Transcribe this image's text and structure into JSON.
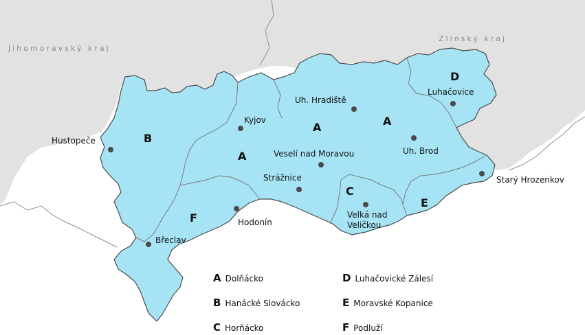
{
  "map": {
    "colors": {
      "background": "#ffffff",
      "outside_region": "#e2e2e2",
      "region_fill": "#a6e4f5",
      "region_border": "#4a4a4a",
      "internal_border": "#7a7a7a",
      "city_dot": "#4a4a4a"
    },
    "regions": [
      {
        "id": "jihomoravsky",
        "label": "Jihomoravský kraj"
      },
      {
        "id": "zlinsky",
        "label": "Zlínský kraj"
      }
    ],
    "cities": [
      {
        "id": "hustopece",
        "label": "Hustopeče"
      },
      {
        "id": "kyjov",
        "label": "Kyjov"
      },
      {
        "id": "uh-hradiste",
        "label": "Uh. Hradiště"
      },
      {
        "id": "luhacovice",
        "label": "Luhačovice"
      },
      {
        "id": "uh-brod",
        "label": "Uh. Brod"
      },
      {
        "id": "veseli",
        "label": "Veselí nad Moravou"
      },
      {
        "id": "straznice",
        "label": "Strážnice"
      },
      {
        "id": "velka-1",
        "label": "Velká nad"
      },
      {
        "id": "velka-2",
        "label": "Veličkou"
      },
      {
        "id": "stary-hrozenkov",
        "label": "Starý Hrozenkov"
      },
      {
        "id": "hodonin",
        "label": "Hodonín"
      },
      {
        "id": "breclav",
        "label": "Břeclav"
      }
    ],
    "area_letters": [
      {
        "id": "b",
        "text": "B"
      },
      {
        "id": "a1",
        "text": "A"
      },
      {
        "id": "a2",
        "text": "A"
      },
      {
        "id": "a3",
        "text": "A"
      },
      {
        "id": "d",
        "text": "D"
      },
      {
        "id": "c",
        "text": "C"
      },
      {
        "id": "e",
        "text": "E"
      },
      {
        "id": "f",
        "text": "F"
      }
    ]
  },
  "legend": [
    {
      "key": "A",
      "label": "Dolňácko"
    },
    {
      "key": "B",
      "label": "Hanácké Slovácko"
    },
    {
      "key": "C",
      "label": "Horňácko"
    },
    {
      "key": "D",
      "label": "Luhačovické Zálesí"
    },
    {
      "key": "E",
      "label": "Moravské Kopanice"
    },
    {
      "key": "F",
      "label": "Podluží"
    }
  ]
}
